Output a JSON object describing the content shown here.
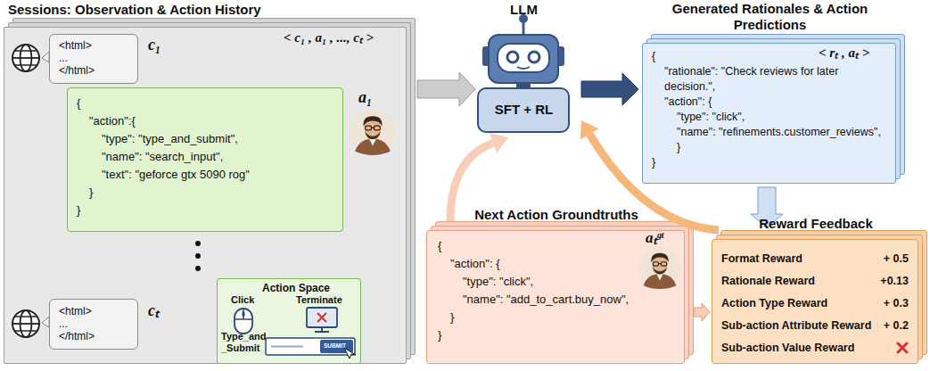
{
  "diagram": {
    "nodes": [
      {
        "text": [
          "Sessions: Observation & Action History"
        ]
      },
      {
        "text": [
          "<html>",
          "...",
          "</html>"
        ],
        "in": 0
      },
      {
        "text": [
          "{",
          "\"action\":{",
          "\"type\": \"type_and_submit\",",
          "\"name\": \"search_input\",",
          "\"text\": \"geforce gtx 5090 rog\"",
          "}",
          "}"
        ],
        "in": 0
      },
      {
        "text": [
          "Action Space",
          "Click",
          "Terminate",
          "Type_and _Submit"
        ],
        "in": 0
      },
      {
        "text": [
          "<html>",
          "...",
          "</html>"
        ],
        "in": 0
      },
      {
        "text": [
          "LLM",
          "SFT + RL"
        ]
      },
      {
        "text": [
          "Generated Rationales & Action Predictions",
          "{",
          "\"rationale\": \"Check reviews for later decision.\",",
          "\"action\": {",
          "\"type\": \"click\",",
          "\"name\": \"refinements.customer_reviews\", }",
          "}"
        ]
      },
      {
        "text": [
          "Next Action Groundtruths",
          "{",
          "\"action\": {",
          "\"type\": \"click\",",
          "\"name\": \"add_to_cart.buy_now\",",
          "}",
          "}"
        ]
      },
      {
        "text": [
          "Reward Feedback",
          "Format Reward",
          "+ 0.5",
          "Rationale Reward",
          "+0.13",
          "Action Type Reward",
          "+ 0.3",
          "Sub-action Attribute Reward",
          "+ 0.2",
          "Sub-action Value Reward"
        ]
      }
    ],
    "edges": [
      {
        "from": 0,
        "to": 5,
        "arrow": "to"
      },
      {
        "from": 5,
        "to": 6,
        "arrow": "to"
      },
      {
        "from": 6,
        "to": 8,
        "arrow": "to"
      },
      {
        "from": 7,
        "to": 8,
        "arrow": "to"
      },
      {
        "from": 8,
        "to": 5,
        "arrow": "to"
      },
      {
        "from": 7,
        "to": 5,
        "arrow": "to"
      }
    ],
    "labels": [
      "< c₁ , a₁ , ..., cₜ >",
      "c₁",
      "a₁",
      "cₜ",
      "aₜᵍᵗ",
      "< rₜ , aₜ >",
      "SUBMIT"
    ]
  }
}
